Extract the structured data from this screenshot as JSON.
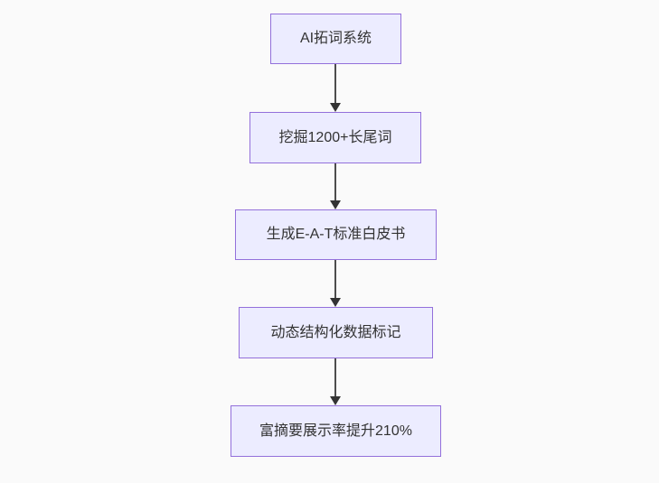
{
  "flowchart": {
    "title": "SEO AI workflow flowchart",
    "nodes": [
      {
        "label": "AI拓词系统"
      },
      {
        "label": "挖掘1200+长尾词"
      },
      {
        "label": "生成E-A-T标准白皮书"
      },
      {
        "label": "动态结构化数据标记"
      },
      {
        "label": "富摘要展示率提升210%"
      }
    ],
    "connectors": [
      {
        "from": 0,
        "to": 1
      },
      {
        "from": 1,
        "to": 2
      },
      {
        "from": 2,
        "to": 3
      },
      {
        "from": 3,
        "to": 4
      }
    ],
    "colors": {
      "background": "#fafafa",
      "node_fill": "#ECECFF",
      "node_border": "#9370DB",
      "node_text": "#333333",
      "arrow": "#333333"
    }
  }
}
